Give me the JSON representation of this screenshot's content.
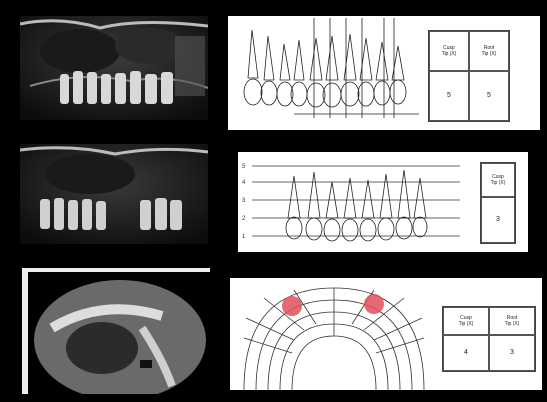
{
  "row1": {
    "table": {
      "header_1": "Cusp\nTip (X)",
      "header_2": "Root\nTip (X)",
      "value_1": "5",
      "value_2": "5"
    }
  },
  "row2": {
    "levels": [
      "5",
      "4",
      "3",
      "2",
      "1"
    ],
    "table": {
      "header_1": "Cusp\nTip (X)",
      "value_1": "3"
    }
  },
  "row3": {
    "table": {
      "header_1": "Cusp\nTip (X)",
      "header_2": "Root\nTip (X)",
      "value_1": "4",
      "value_2": "3"
    },
    "highlight_color": "#e0505a"
  }
}
